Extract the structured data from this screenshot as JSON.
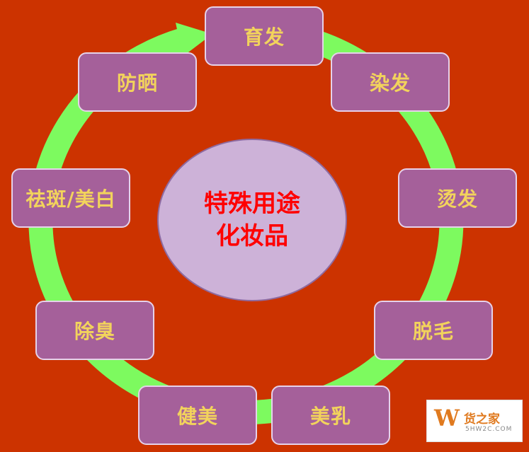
{
  "diagram": {
    "center": {
      "line1": "特殊用途",
      "line2": "化妆品"
    },
    "nodes": [
      {
        "label": "育发"
      },
      {
        "label": "染发"
      },
      {
        "label": "烫发"
      },
      {
        "label": "脱毛"
      },
      {
        "label": "美乳"
      },
      {
        "label": "健美"
      },
      {
        "label": "除臭"
      },
      {
        "label": "祛斑/美白"
      },
      {
        "label": "防晒"
      }
    ],
    "colors": {
      "background": "#cc3300",
      "node_fill": "#a5609a",
      "node_text": "#f2d35c",
      "center_fill": "#cdb2d8",
      "center_text": "#ff0000",
      "cycle_arrow": "#7dfa5f"
    }
  },
  "watermark": {
    "logo_letter": "W",
    "brand": "货之家",
    "url": "5HW2C.COM"
  }
}
